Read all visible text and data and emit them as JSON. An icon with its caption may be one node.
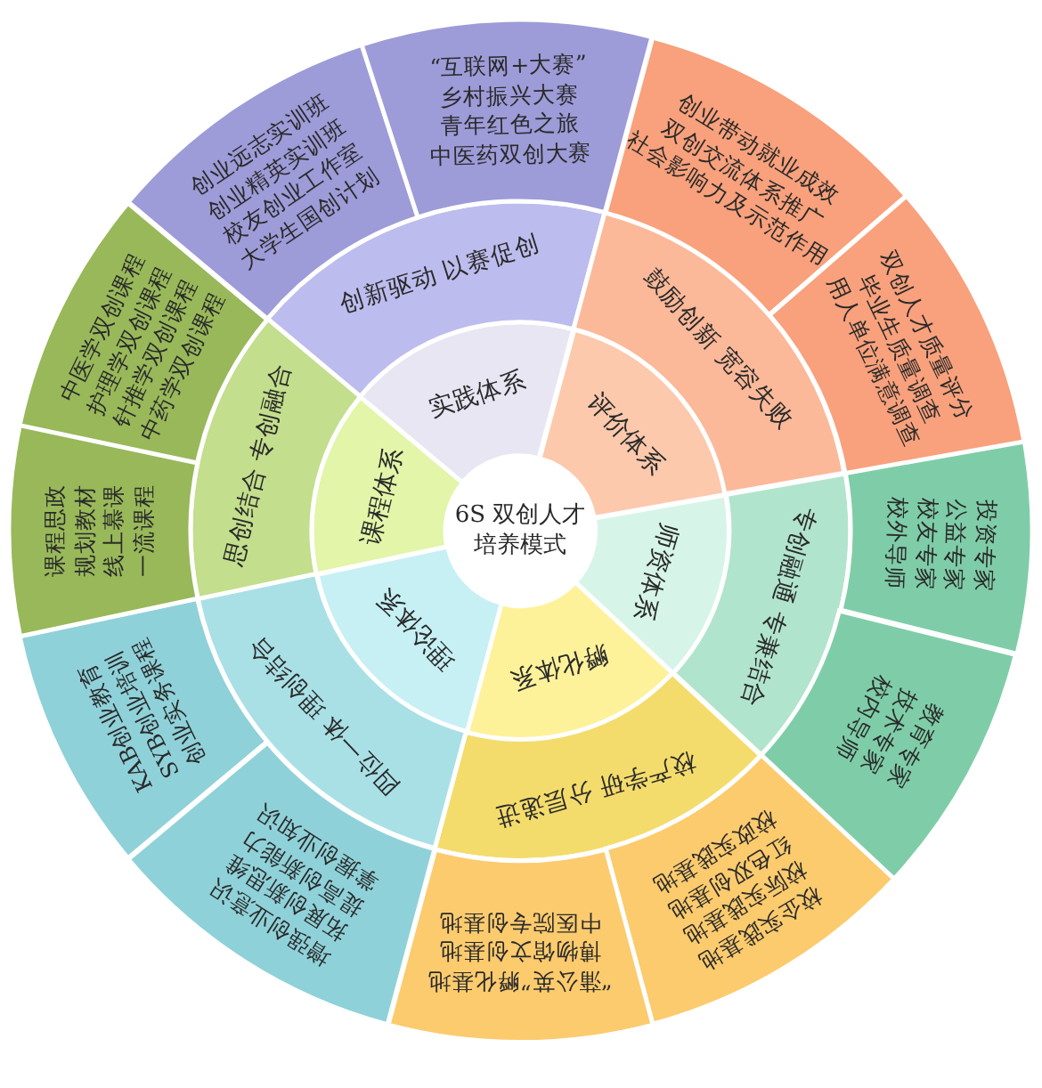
{
  "diagram": {
    "nodes": [
      {
        "text": [
          "6S 双创人才培养模式"
        ]
      },
      {
        "text": [
          "实践体系"
        ]
      },
      {
        "text": [
          "创新驱动 以赛促创"
        ]
      },
      {
        "text": [
          "创业远志实训班",
          "创业精英实训班",
          "校友创业工作室",
          "大学生国创计划"
        ]
      },
      {
        "text": [
          "“互联网+大赛”",
          "乡村振兴大赛",
          "青年红色之旅",
          "中医药双创大赛"
        ]
      },
      {
        "text": [
          "评价体系"
        ]
      },
      {
        "text": [
          "鼓励创新 宽容失败"
        ]
      },
      {
        "text": [
          "创业带动就业成效",
          "双创交流体系推广",
          "社会影响力及示范作用"
        ]
      },
      {
        "text": [
          "双创人才质量评分",
          "毕业生质量调查",
          "用人单位满意调查"
        ]
      },
      {
        "text": [
          "师资体系"
        ]
      },
      {
        "text": [
          "专创融通 专兼结合"
        ]
      },
      {
        "text": [
          "投资专家",
          "公益专家",
          "校友专家",
          "校外导师"
        ]
      },
      {
        "text": [
          "教育专家",
          "技术专家",
          "校内导师"
        ]
      },
      {
        "text": [
          "孵化体系"
        ]
      },
      {
        "text": [
          "校产学研 分层递进"
        ]
      },
      {
        "text": [
          "校企实践基地",
          "校际实践基地",
          "红色双创基地",
          "校政实践基地"
        ]
      },
      {
        "text": [
          "“蒲公英”孵化基地",
          "博物馆文创基地",
          "中医院专创基地"
        ]
      },
      {
        "text": [
          "理论体系"
        ]
      },
      {
        "text": [
          "四位一体 理创结合"
        ]
      },
      {
        "text": [
          "增强创业意识",
          "拓展创新思维",
          "提高创新能力",
          "掌握创业知识"
        ]
      },
      {
        "text": [
          "KAB创业教育",
          "SYB创业培训",
          "创业实务课程"
        ]
      },
      {
        "text": [
          "课程体系"
        ]
      },
      {
        "text": [
          "思创结合 专创融合"
        ]
      },
      {
        "text": [
          "课程思政",
          "规划教材",
          "线上慕课",
          "一流课程"
        ]
      },
      {
        "text": [
          "中医学双创课程",
          "护理学双创课程",
          "针推学双创课程",
          "中药学双创课程"
        ]
      }
    ]
  }
}
